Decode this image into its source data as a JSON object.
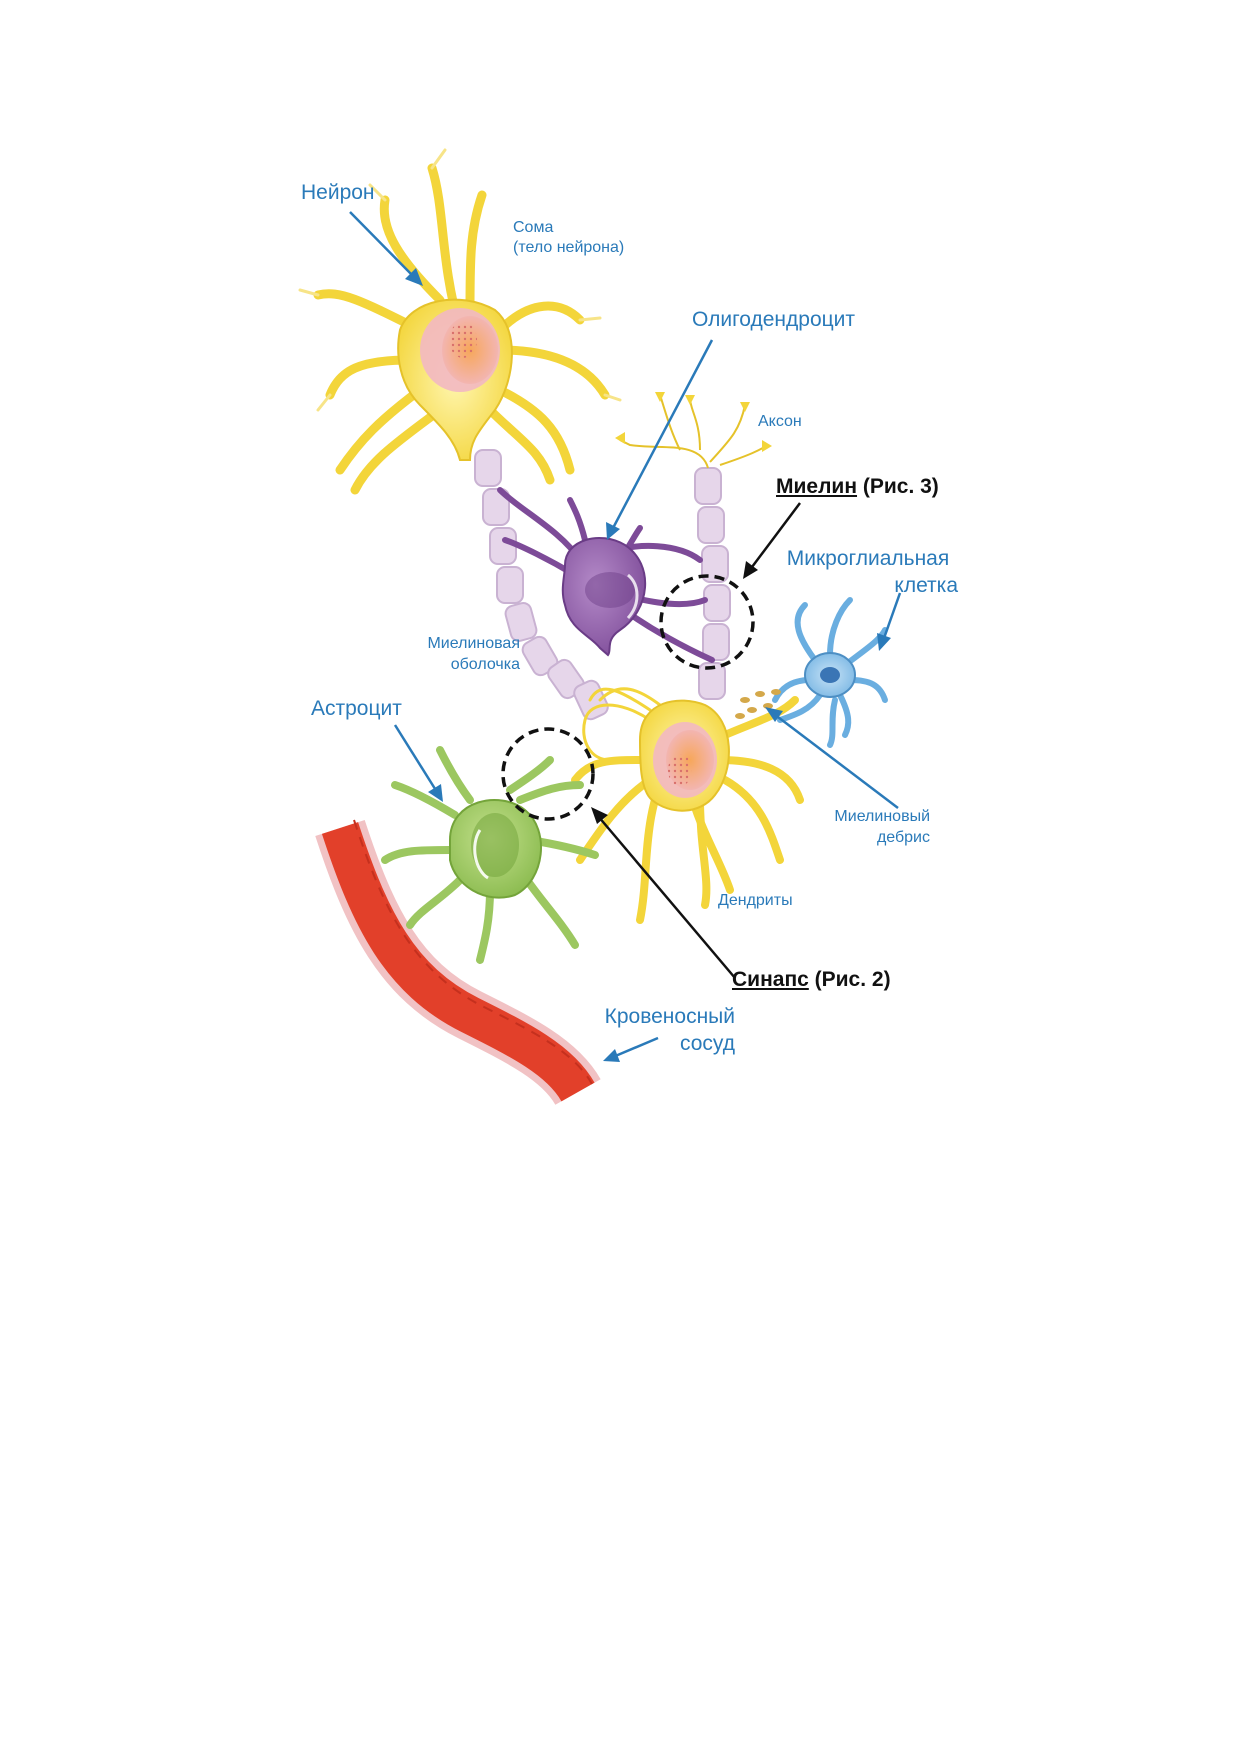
{
  "labels": {
    "neuron": "Нейрон",
    "soma_line1": "Сома",
    "soma_line2": "(тело нейрона)",
    "oligodendrocyte": "Олигодендроцит",
    "axon": "Аксон",
    "myelin_main": "Миелин",
    "myelin_ref": " (Рис. 3)",
    "microglia_line1": "Микроглиальная",
    "microglia_line2": "клетка",
    "myelin_sheath_line1": "Миелиновая",
    "myelin_sheath_line2": "оболочка",
    "astrocyte": "Астроцит",
    "myelin_debris_line1": "Миелиновый",
    "myelin_debris_line2": "дебрис",
    "dendrites": "Дендриты",
    "synapse_main": "Синапс",
    "synapse_ref": " (Рис. 2)",
    "vessel_line1": "Кровеносный",
    "vessel_line2": "сосуд"
  },
  "colors": {
    "label_blue": "#2a7ab9",
    "label_black": "#111111",
    "neuron_yellow": "#f7de4a",
    "oligodendrocyte_purple": "#8e5ca8",
    "myelin_lilac": "#e6d6ea",
    "microglia_blue": "#7fb8e3",
    "astrocyte_green": "#9cc760",
    "vessel_red": "#e2402a"
  }
}
